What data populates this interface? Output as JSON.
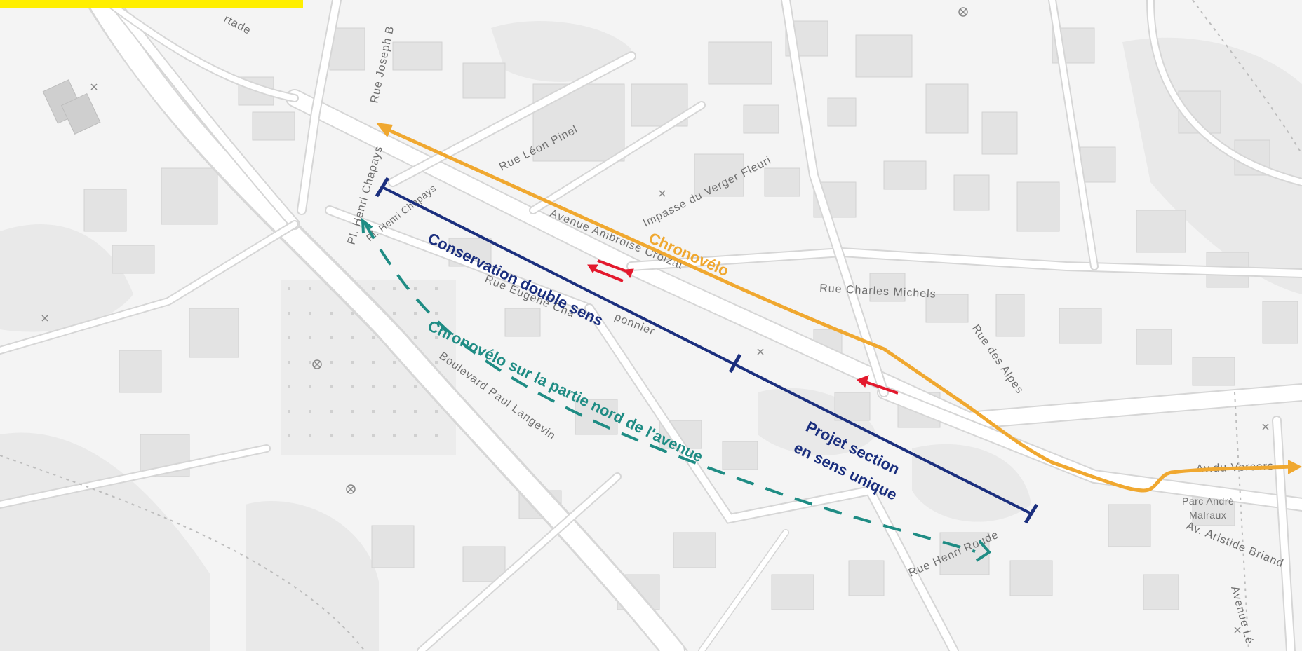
{
  "colors": {
    "chronovelo": "#f0a830",
    "route_blue": "#1b2f7e",
    "route_teal": "#1f8c84",
    "arrow_red": "#e3192d",
    "header_yellow": "#ffef00"
  },
  "streets": {
    "rue_joseph": "Rue Joseph B",
    "rue_leon_pinel": "Rue Léon Pinel",
    "impasse_verger": "Impasse du Verger Fleuri",
    "pl_henri_chapays_1": "Pl. Henri Chapays",
    "pl_henri_chapays_2": "Pl. Henri Chapays",
    "avenue_croizat": "Avenue Ambroise Croizat",
    "rue_eugene": "Rue Eugène Cha",
    "rue_eugene_rest": "ponnier",
    "rue_charles_michels": "Rue Charles Michels",
    "rue_des_alpes": "Rue des Alpes",
    "boulevard_langevin": "Boulevard Paul Langevin",
    "rue_henri_roude": "Rue Henri Roude",
    "av_vercors": "Av.du Vercors",
    "parc_malraux": "Parc André",
    "parc_malraux_2": "Malraux",
    "av_aristide": "Av. Aristide Briand",
    "avenue_le": "Avenue Lé",
    "rtade": "rtade"
  },
  "labels": {
    "chronovelo": "Chronovélo",
    "conservation": "Conservation double sens",
    "projet_line1": "Projet section",
    "projet_line2": "en sens unique",
    "chronovelo_nord": "Chronovélo sur la partie nord de l'avenue"
  },
  "icons": {
    "double_arrow": "two-way-arrows-icon",
    "one_way": "one-way-arrow-icon",
    "poi": "circle-cross-icon"
  }
}
